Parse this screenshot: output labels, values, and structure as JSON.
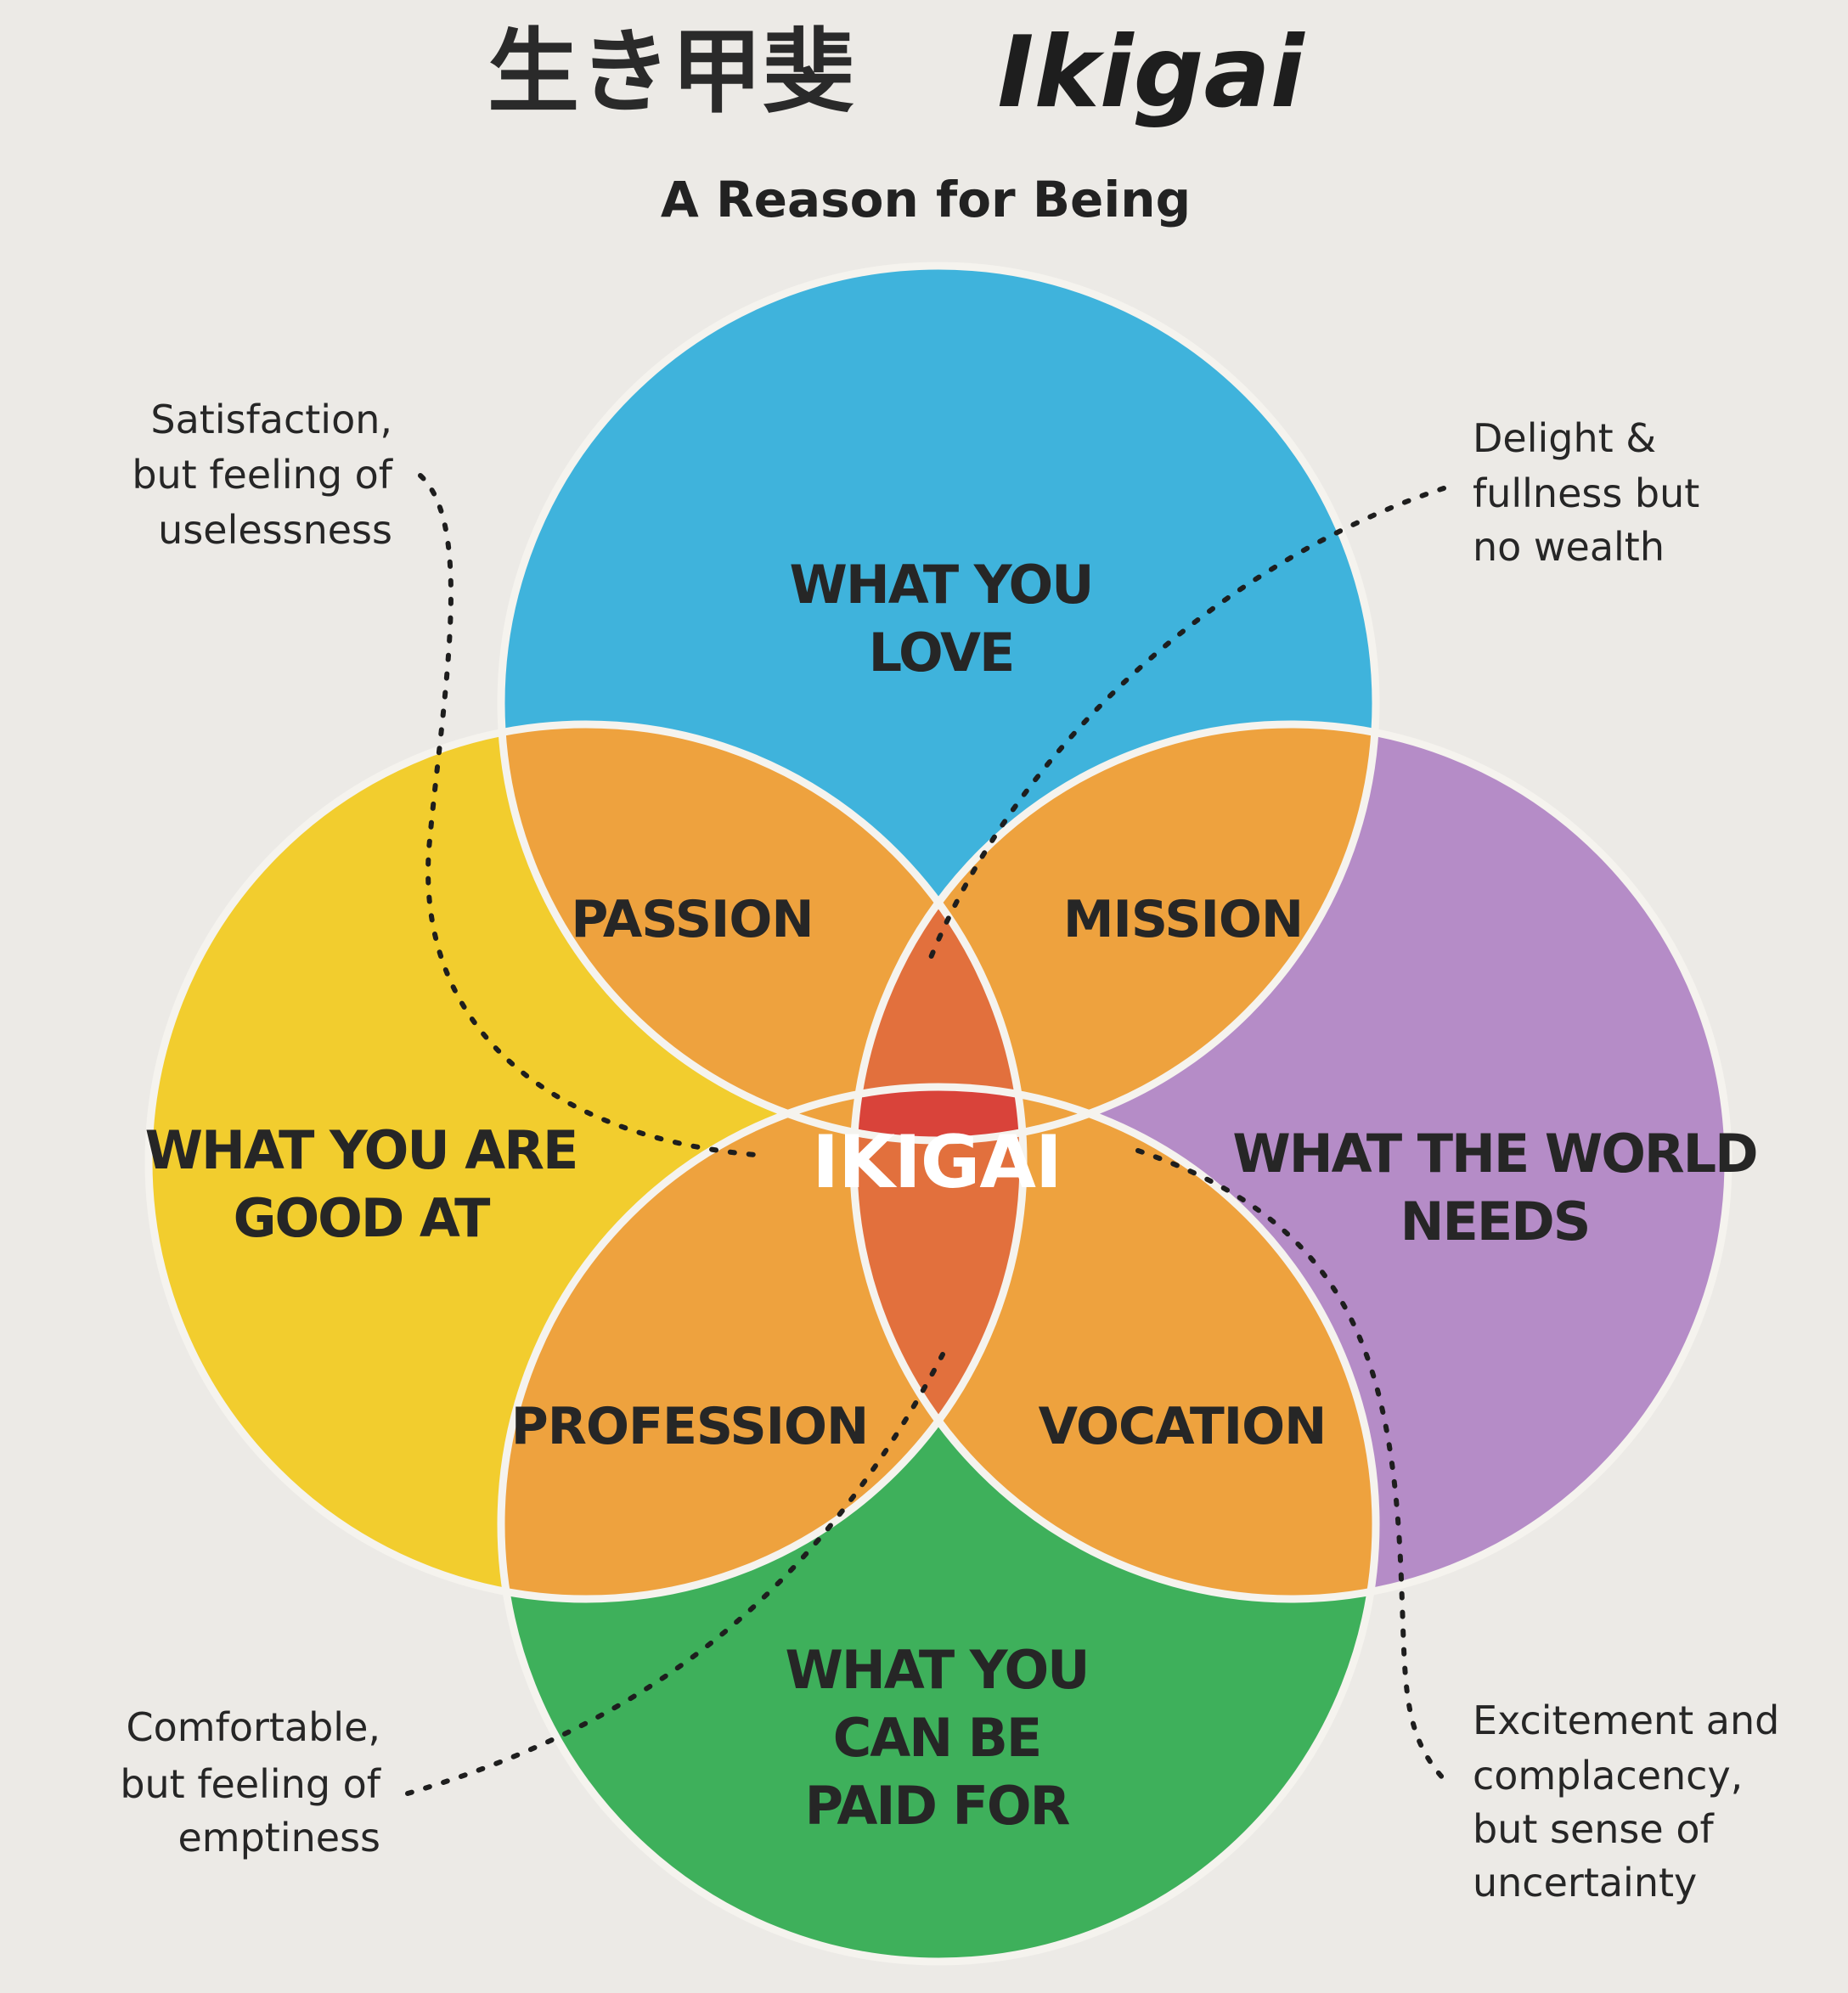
{
  "header": {
    "title_japanese": "生き甲斐",
    "title_latin": "Ikigai",
    "subtitle": "A Reason for Being"
  },
  "colors": {
    "background": "#eceae6",
    "love": "#3fb3dc",
    "good_at": "#f2cd2e",
    "world_needs": "#b58cc7",
    "paid_for": "#3eb05b",
    "overlap": "#eea23e",
    "triple_overlap": "#e2703d",
    "ikigai": "#d9433a",
    "outline": "#f5f3ee",
    "text": "#262626"
  },
  "circles": {
    "love": {
      "line1": "WHAT YOU",
      "line2": "LOVE"
    },
    "good_at": {
      "line1": "WHAT YOU ARE",
      "line2": "GOOD AT"
    },
    "world_needs": {
      "line1": "WHAT THE WORLD",
      "line2": "NEEDS"
    },
    "paid_for": {
      "line1": "WHAT YOU",
      "line2": "CAN BE",
      "line3": "PAID FOR"
    }
  },
  "overlaps": {
    "passion": "PASSION",
    "mission": "MISSION",
    "profession": "PROFESSION",
    "vocation": "VOCATION",
    "center": "IKIGAI"
  },
  "notes": {
    "top_left": [
      "Satisfaction,",
      "but feeling of",
      "uselessness"
    ],
    "top_right": [
      "Delight &",
      "fullness but",
      "no wealth"
    ],
    "bottom_left": [
      "Comfortable,",
      "but feeling of",
      "emptiness"
    ],
    "bottom_right": [
      "Excitement and",
      "complacency,",
      "but sense of",
      "uncertainty"
    ]
  }
}
